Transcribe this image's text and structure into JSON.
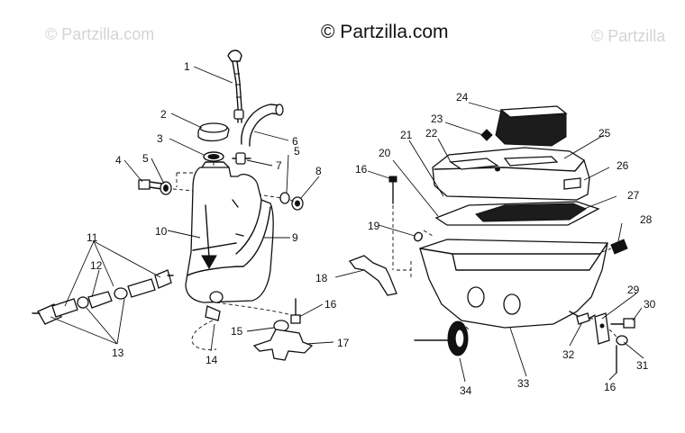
{
  "watermark": {
    "main": "© Partzilla.com",
    "left": "© Partzilla.com",
    "right": "© Partzilla"
  },
  "labels": {
    "n1": "1",
    "n2": "2",
    "n3": "3",
    "n4": "4",
    "n5a": "5",
    "n5b": "5",
    "n6": "6",
    "n7": "7",
    "n8": "8",
    "n9": "9",
    "n10": "10",
    "n11": "11",
    "n12": "12",
    "n13": "13",
    "n14": "14",
    "n15": "15",
    "n16a": "16",
    "n16b": "16",
    "n16c": "16",
    "n17": "17",
    "n18": "18",
    "n19": "19",
    "n20": "20",
    "n21": "21",
    "n22": "22",
    "n23": "23",
    "n24": "24",
    "n25": "25",
    "n26": "26",
    "n27": "27",
    "n28": "28",
    "n29": "29",
    "n30": "30",
    "n31": "31",
    "n32": "32",
    "n33": "33",
    "n34": "34"
  }
}
